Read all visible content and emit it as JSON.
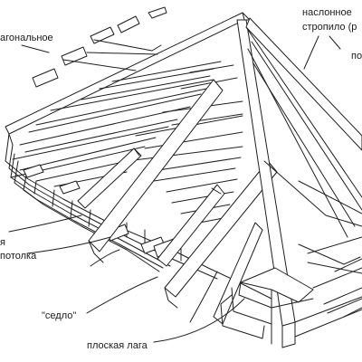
{
  "labels": {
    "diagonal_rafter": "агональное",
    "hip_rafter_line1": "наслонное",
    "hip_rafter_line2": "стропило  (р",
    "right_edge": "пот",
    "ceiling_line1": "я",
    "ceiling_line2": "потолка",
    "saddle": "\"седло\"",
    "flat_plate": "плоская лага"
  },
  "colors": {
    "line": "#1f1f1f",
    "background": "#ffffff"
  }
}
